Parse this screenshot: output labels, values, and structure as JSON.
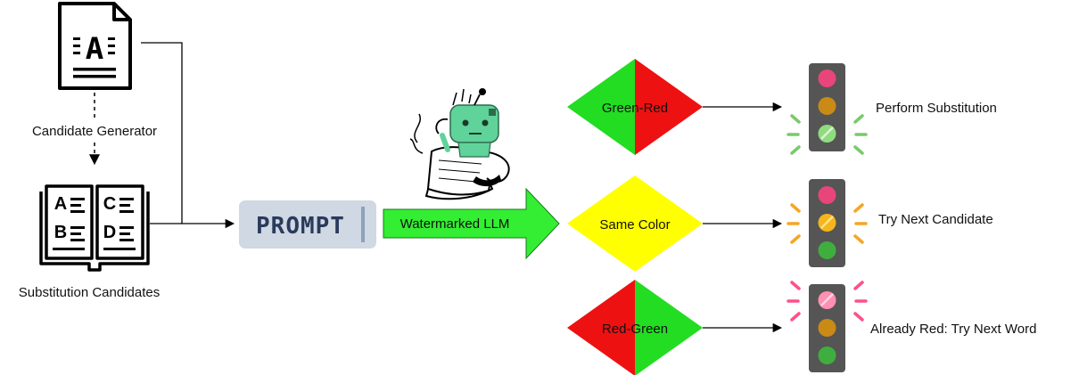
{
  "document_icon": {
    "letter": "A"
  },
  "candidate_generator": {
    "label": "Candidate Generator"
  },
  "substitution_candidates": {
    "label": "Substitution Candidates",
    "letters": [
      "A",
      "B",
      "C",
      "D"
    ]
  },
  "prompt": {
    "label": "PROMPT"
  },
  "watermarked_llm": {
    "label": "Watermarked LLM"
  },
  "decisions": [
    {
      "label": "Green-Red",
      "left_color": "#22dd22",
      "right_color": "#ee1111",
      "outcome": "Perform Substitution",
      "lit_light": "green"
    },
    {
      "label": "Same Color",
      "left_color": "#ffff00",
      "right_color": "#ffff00",
      "outcome": "Try Next Candidate",
      "lit_light": "amber"
    },
    {
      "label": "Red-Green",
      "left_color": "#ee1111",
      "right_color": "#22dd22",
      "outcome": "Already Red: Try Next Word",
      "lit_light": "red"
    }
  ],
  "colors": {
    "llm_arrow": "#33ee33",
    "light_red": "#e8457a",
    "light_amber": "#c98a16",
    "light_green": "#3fae3f",
    "light_housing": "#555555",
    "glow_green": "#7ac96b",
    "glow_amber": "#f5a623",
    "glow_red": "#ff4f8b",
    "robot": "#5fd39a"
  }
}
